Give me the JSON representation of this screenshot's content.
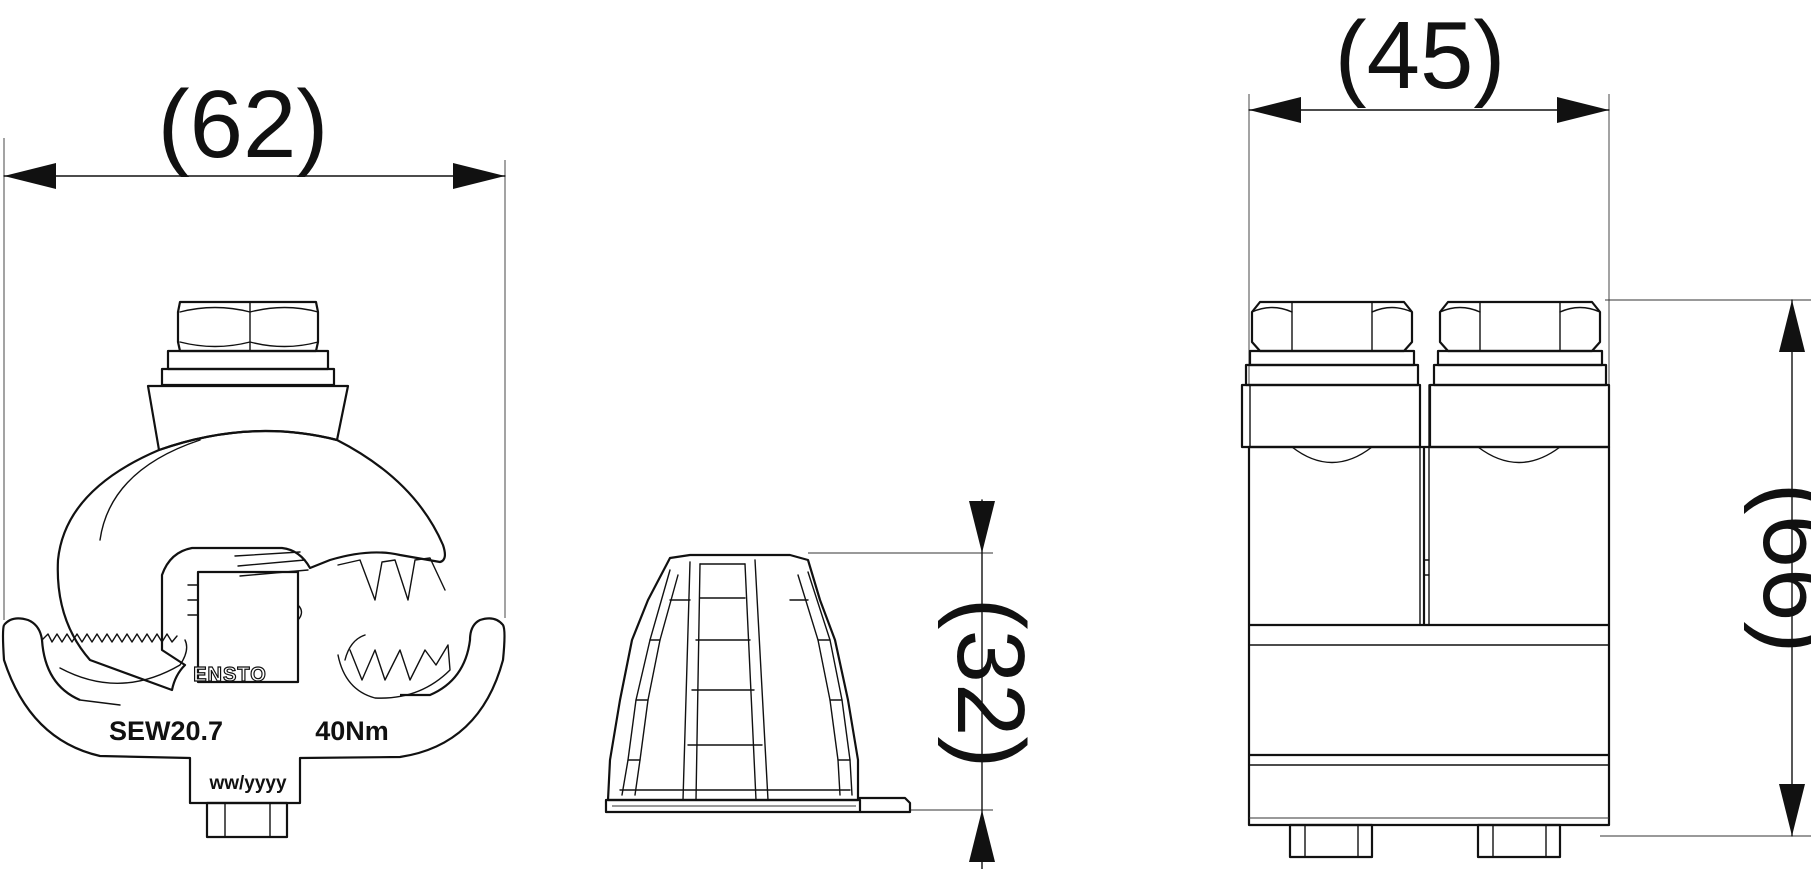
{
  "dimensions": {
    "width_front": "(62)",
    "height_side": "(32)",
    "width_end": "(45)",
    "height_end": "(66)"
  },
  "markings": {
    "brand": "ENSTO",
    "model": "SEW20.7",
    "torque": "40Nm",
    "date_code": "ww/yyyy"
  }
}
